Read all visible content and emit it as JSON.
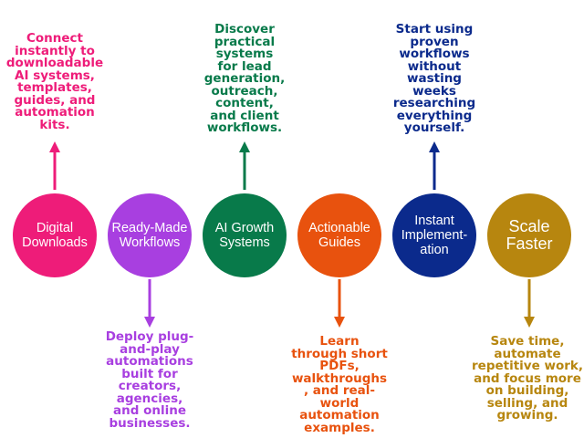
{
  "nodes": [
    {
      "label": "Digital\nDownloads",
      "color": "#ee1c79",
      "description": "Connect\ninstantly to\ndownloadable\nAI systems,\ntemplates,\nguides, and\nautomation\nkits.",
      "arrow": "up"
    },
    {
      "label": "Ready-Made\nWorkflows",
      "color": "#a83fe0",
      "description": "Deploy plug-\nand-play\nautomations\nbuilt for\ncreators,\nagencies,\nand online\nbusinesses.",
      "arrow": "down"
    },
    {
      "label": "AI Growth\nSystems",
      "color": "#087a4a",
      "description": "Discover\npractical\nsystems\nfor lead\ngeneration,\noutreach,\ncontent,\nand client\nworkflows.",
      "arrow": "up"
    },
    {
      "label": "Actionable\nGuides",
      "color": "#e8520e",
      "description": "Learn\nthrough short\nPDFs,\nwalkthroughs\n, and real-\nworld\nautomation\nexamples.",
      "arrow": "down"
    },
    {
      "label": "Instant\nImplement-\nation",
      "color": "#0b2a8c",
      "description": "Start using\nproven\nworkflows\nwithout\nwasting\nweeks\nresearching\neverything\nyourself.",
      "arrow": "up"
    },
    {
      "label": "Scale\nFaster",
      "color": "#b7860f",
      "description": "Save time,\nautomate\nrepetitive work,\nand focus more\non building,\nselling, and\ngrowing.",
      "arrow": "down"
    }
  ]
}
